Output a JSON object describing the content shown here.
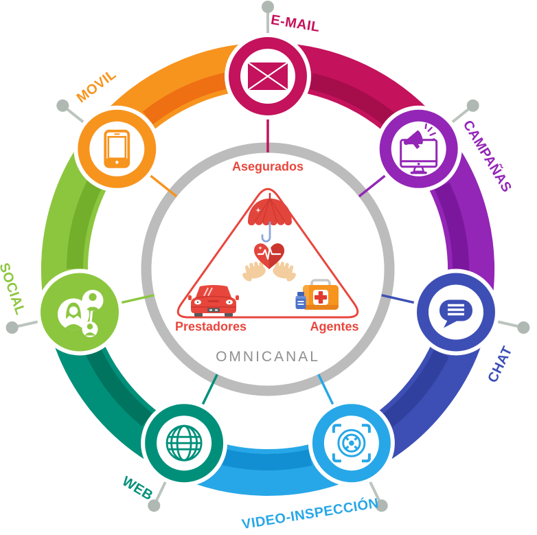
{
  "diagram": {
    "type": "circular-omnichannel-infographic",
    "center": {
      "label": "OMNICANAL",
      "label_color": "#8F8F8F",
      "inner_ring_color": "#BCBCBC",
      "triangle": {
        "outline_color": "#E8463C",
        "label_color": "#E8463C",
        "top_label": "Asegurados",
        "left_label": "Prestadores",
        "right_label": "Agentes",
        "icons": [
          "umbrella-icon",
          "heart-in-hands-icon",
          "car-icon",
          "first-aid-kit-icon"
        ]
      },
      "artwork_colors": {
        "umbrella_red": "#E2453C",
        "umbrella_handle_blue": "#8EA7DB",
        "hands_tan": "#F3CD9E",
        "heart_red": "#E2453C",
        "car_red": "#E8463C",
        "kit_orange": "#F7941E",
        "cross_red": "#E03A2F",
        "bottle_blue": "#4A72C8"
      }
    },
    "channels": [
      {
        "id": "email",
        "label": "E-MAIL",
        "icon": "envelope-icon",
        "color": "#C4125C",
        "stripe_color": "#A50D4B"
      },
      {
        "id": "campanas",
        "label": "CAMPAÑAS",
        "icon": "campaign-monitor-icon",
        "color": "#9326B6",
        "stripe_color": "#7B179C"
      },
      {
        "id": "chat",
        "label": "CHAT",
        "icon": "chat-bubble-icon",
        "color": "#3D4FB5",
        "stripe_color": "#30409F"
      },
      {
        "id": "video",
        "label": "VIDEO-INSPECCIÓN",
        "icon": "camera-target-icon",
        "color": "#27A7E7",
        "stripe_color": "#118FD2"
      },
      {
        "id": "web",
        "label": "WEB",
        "icon": "globe-icon",
        "color": "#00907A",
        "stripe_color": "#00745F"
      },
      {
        "id": "social",
        "label": "SOCIAL",
        "icon": "people-network-icon",
        "color": "#8CC63F",
        "stripe_color": "#74AF2C"
      },
      {
        "id": "movil",
        "label": "MOVIL",
        "icon": "smartphone-icon",
        "color": "#F7941E",
        "stripe_color": "#EF6F13"
      }
    ],
    "leader": {
      "line_color": "#BCC4BE",
      "dot_color": "#AFB8B2"
    }
  }
}
